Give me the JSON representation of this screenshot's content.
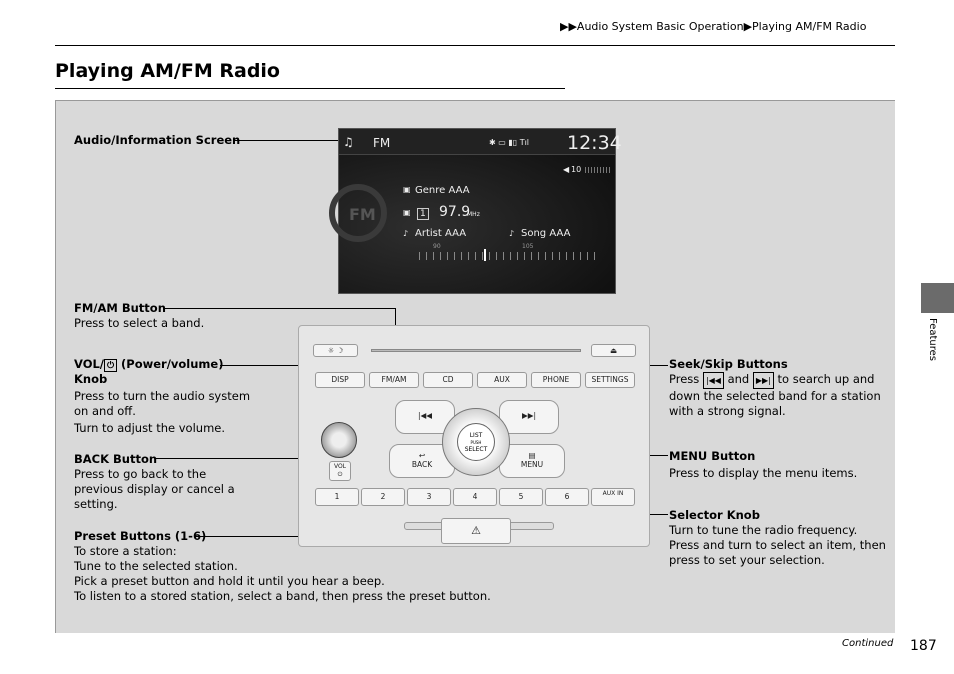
{
  "header": {
    "breadcrumb_1": "Audio System Basic Operation",
    "breadcrumb_2": "Playing AM/FM Radio",
    "title": "Playing AM/FM Radio"
  },
  "side_tab": {
    "label": "Features"
  },
  "callouts": {
    "screen": {
      "title": "Audio/Information Screen"
    },
    "fmam": {
      "title": "FM/AM Button",
      "desc": "Press to select a band."
    },
    "vol": {
      "title_a": "VOL/",
      "title_b": "(Power/volume)",
      "title_c": "Knob",
      "desc1": "Press to turn the audio system on and off.",
      "desc2": "Turn to adjust the volume."
    },
    "back": {
      "title": "BACK Button",
      "desc": "Press to go back to the previous display or cancel a setting."
    },
    "preset": {
      "title": "Preset Buttons (1-6)",
      "desc1": "To store a station:",
      "desc2": "Tune to the selected station.",
      "desc3": "Pick a preset button and hold it until you hear a beep.",
      "desc4": "To listen to a stored station, select a band, then press the preset button."
    },
    "seek": {
      "title": "Seek/Skip Buttons",
      "desc_a": "Press",
      "desc_b": "and",
      "desc_c": "to search up and down the selected band for a station with a strong signal."
    },
    "menu": {
      "title": "MENU Button",
      "desc": "Press to display the menu items."
    },
    "selector": {
      "title": "Selector Knob",
      "desc1": "Turn to tune the radio frequency.",
      "desc2": "Press and turn to select an item, then press to set your selection."
    }
  },
  "screen_display": {
    "band": "FM",
    "clock": "12:34",
    "volume": "10",
    "genre": "Genre AAA",
    "freq": "97.9",
    "freq_unit": "MHz",
    "artist": "Artist AAA",
    "song": "Song AAA",
    "scale_lo": "90",
    "scale_hi": "105",
    "preset_no": "1"
  },
  "unit_buttons": {
    "row1": [
      "DISP",
      "FM/AM",
      "CD",
      "AUX",
      "PHONE",
      "SETTINGS"
    ],
    "back": "BACK",
    "menu": "MENU",
    "list": "LIST",
    "push": "PUSH",
    "select": "SELECT",
    "vol": "VOL",
    "presets": [
      "1",
      "2",
      "3",
      "4",
      "5",
      "6"
    ],
    "aux_in": "AUX IN"
  },
  "footer": {
    "continued": "Continued",
    "page": "187"
  }
}
